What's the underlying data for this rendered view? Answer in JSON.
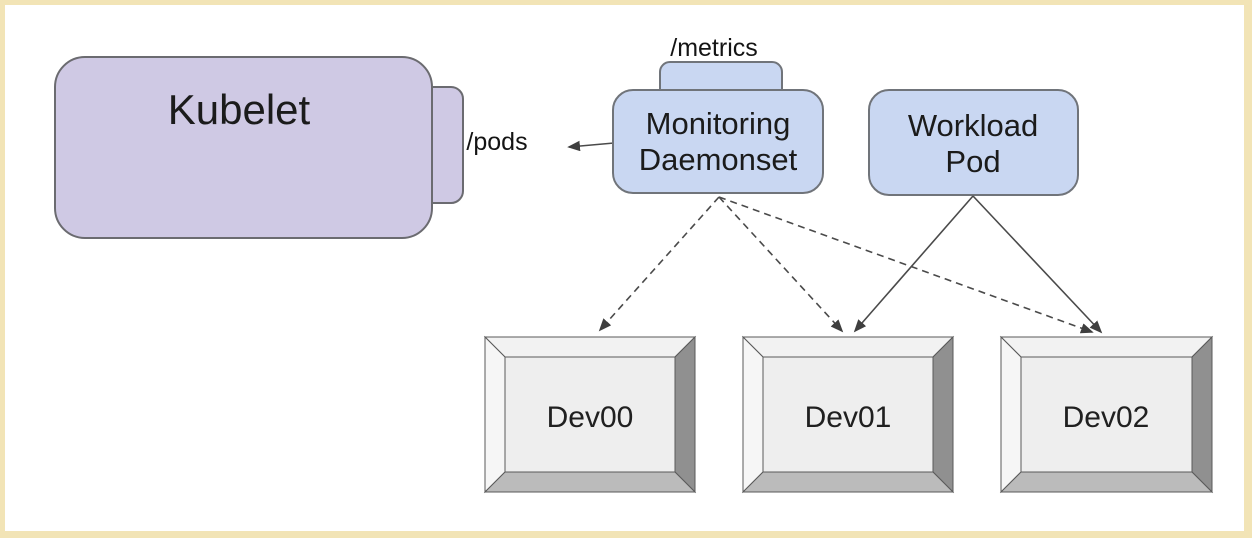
{
  "canvas": {
    "frame_color": "#f2e4b6",
    "background": "#ffffff"
  },
  "nodes": {
    "kubelet": {
      "label": "Kubelet",
      "fill": "#cfc9e4",
      "stroke": "#6b6b70"
    },
    "monitoring_daemonset": {
      "line1": "Monitoring",
      "line2": "Daemonset",
      "fill": "#c9d7f2",
      "stroke": "#70747a"
    },
    "workload_pod": {
      "line1": "Workload",
      "line2": "Pod",
      "fill": "#c9d7f2",
      "stroke": "#70747a"
    },
    "devices": [
      {
        "label": "Dev00"
      },
      {
        "label": "Dev01"
      },
      {
        "label": "Dev02"
      }
    ]
  },
  "endpoints": {
    "pods": "/pods",
    "metrics": "/metrics"
  },
  "edges": {
    "line_color": "#4a4a4a",
    "dashed_from": "Monitoring Daemonset",
    "dashed_targets": [
      "Dev00",
      "Dev01",
      "Dev02"
    ],
    "solid_from": "Workload Pod",
    "solid_targets": [
      "Dev01",
      "Dev02"
    ],
    "pods_arrow_from": "Monitoring Daemonset",
    "pods_arrow_to": "/pods"
  }
}
